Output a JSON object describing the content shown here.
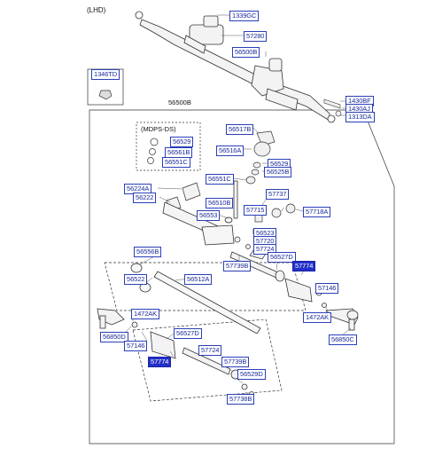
{
  "header": {
    "variant": "(LHD)"
  },
  "group": {
    "title": "(MDPS-DS)"
  },
  "labels": {
    "l1339GC": "1339GC",
    "l57280": "57280",
    "l56500B_top": "56500B",
    "l1346TD": "1346TD",
    "l56500B_main": "56500B",
    "l1430BF": "1430BF",
    "l1430AJ": "1430AJ",
    "l1313DA": "1313DA",
    "l56517B": "56517B",
    "l56529_g": "56529",
    "l56561B": "56561B",
    "l56551C_g": "56551C",
    "l56516A": "56516A",
    "l56529_r": "56529",
    "l56525B": "56525B",
    "l56551C_r": "56551C",
    "l56224A": "56224A",
    "l56222": "56222",
    "l57737": "57737",
    "l56510B": "56510B",
    "l57715": "57715",
    "l57718A": "57718A",
    "l56553": "56553",
    "l56523": "56523",
    "l57720": "57720",
    "l57724_r": "57724",
    "l56556B": "56556B",
    "l56527D_r": "56527D",
    "l57739B_r": "57739B",
    "l57774_r": "57774",
    "l56522": "56522",
    "l56512A": "56512A",
    "l57146_r": "57146",
    "l1472AK_l": "1472AK",
    "l1472AK_r": "1472AK",
    "l56850D": "56850D",
    "l57146_l": "57146",
    "l56527D_l": "56527D",
    "l57774_l": "57774",
    "l57724_l": "57724",
    "l57739B_l": "57739B",
    "l56529D": "56529D",
    "l56850C": "56850C",
    "l57738B": "57738B"
  }
}
